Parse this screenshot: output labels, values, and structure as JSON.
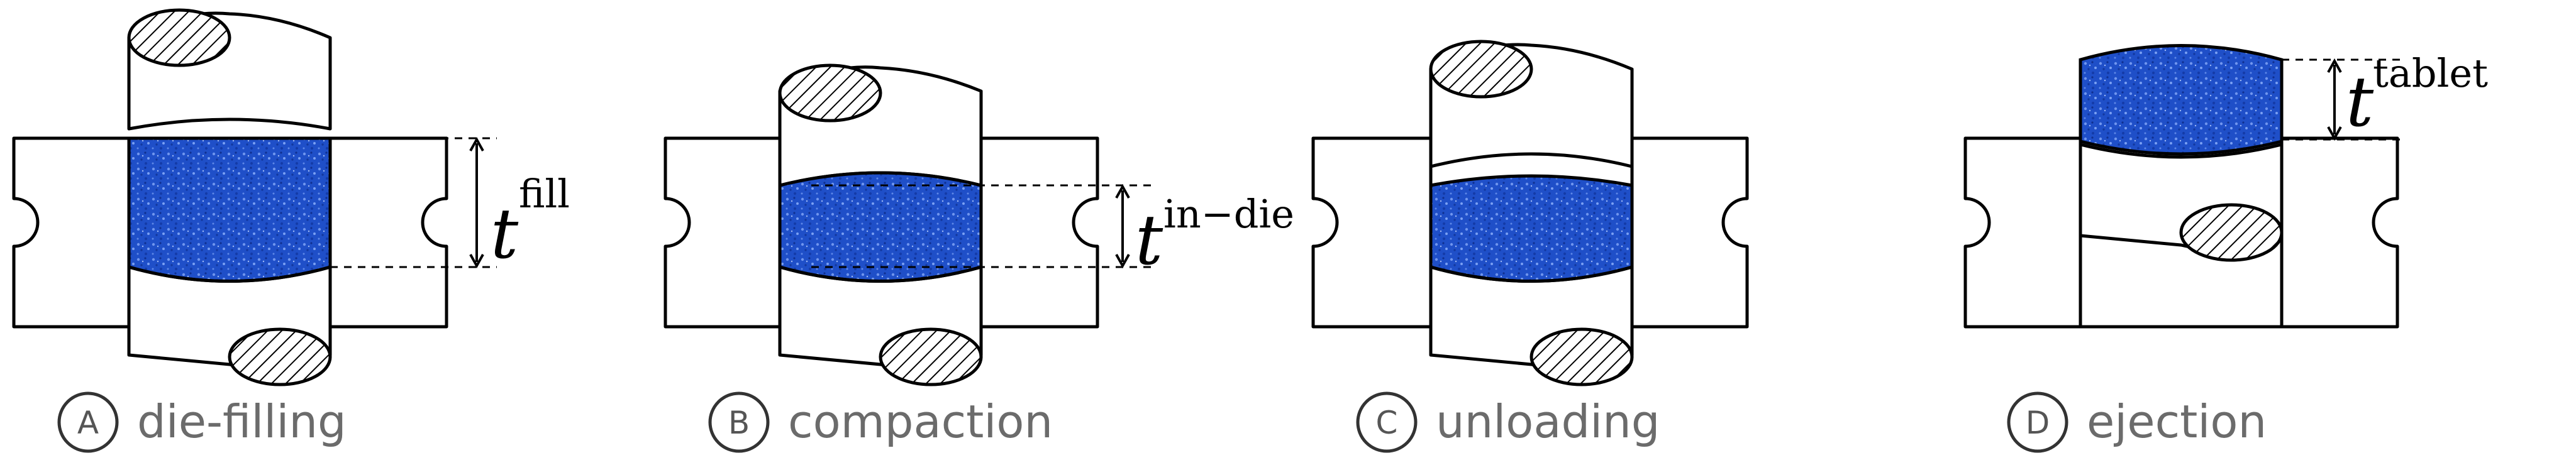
{
  "stages": [
    {
      "letter": "A",
      "label": "die-filling",
      "t": "t",
      "sup": "fill"
    },
    {
      "letter": "B",
      "label": "compaction",
      "t": "t",
      "sup": "in−die"
    },
    {
      "letter": "C",
      "label": "unloading"
    },
    {
      "letter": "D",
      "label": "ejection",
      "t": "t",
      "sup": "tablet"
    }
  ],
  "colors": {
    "powder": "#1f4fc8",
    "hatch": "#000000"
  }
}
